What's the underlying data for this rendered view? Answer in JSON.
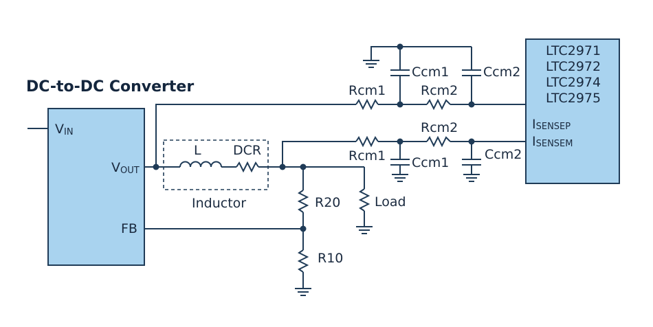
{
  "title": "DC-to-DC Converter",
  "converter": {
    "vin_main": "V",
    "vin_sub": "IN",
    "vout_main": "V",
    "vout_sub": "OUT",
    "fb": "FB"
  },
  "ic": {
    "parts": [
      "LTC2971",
      "LTC2972",
      "LTC2974",
      "LTC2975"
    ],
    "isensep_main": "I",
    "isensep_sub": "SENSEP",
    "isensem_main": "I",
    "isensem_sub": "SENSEM"
  },
  "components": {
    "inductor": "L",
    "dcr": "DCR",
    "inductor_group": "Inductor",
    "r20": "R20",
    "r10": "R10",
    "load": "Load",
    "rcm1_top": "Rcm1",
    "rcm2_top": "Rcm2",
    "ccm1_top": "Ccm1",
    "ccm2_top": "Ccm2",
    "rcm1_bottom": "Rcm1",
    "rcm2_bottom": "Rcm2",
    "ccm1_bottom": "Ccm1",
    "ccm2_bottom": "Ccm2"
  },
  "colors": {
    "box_fill": "#a9d3ef",
    "wire": "#1f3b57"
  }
}
